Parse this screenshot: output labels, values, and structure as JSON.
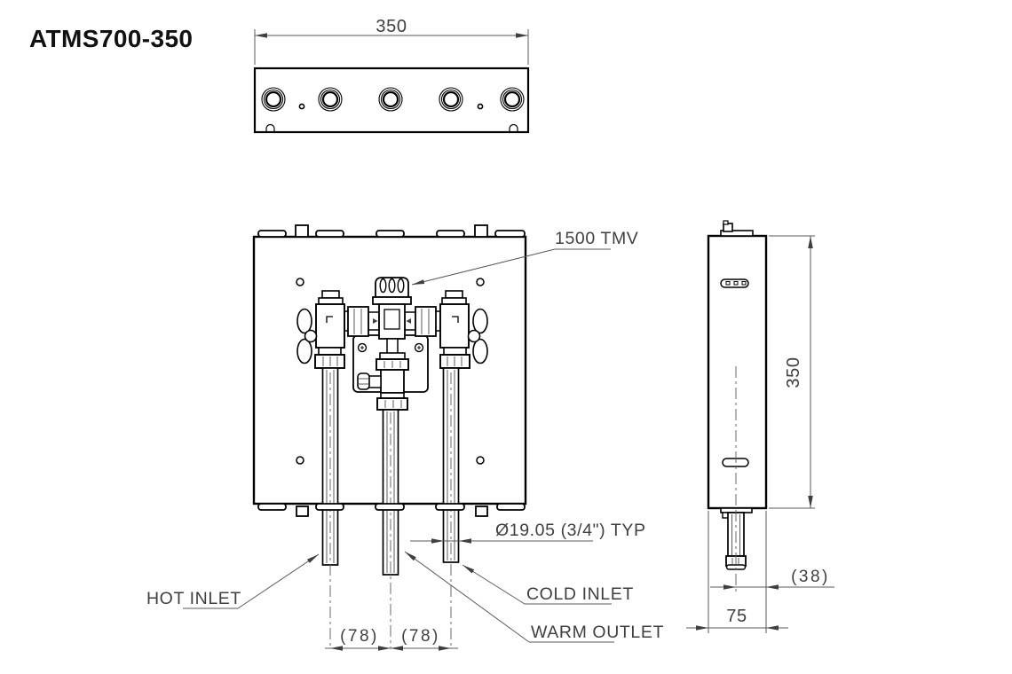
{
  "title": "ATMS700-350",
  "drawing": {
    "type": "technical-drawing",
    "views": [
      "top-view",
      "front-view",
      "side-view"
    ],
    "component_labels": {
      "tmv": "1500 TMV",
      "hot_inlet": "HOT INLET",
      "cold_inlet": "COLD INLET",
      "warm_outlet": "WARM OUTLET",
      "pipe_diameter": "Ø19.05 (3/4\") TYP"
    },
    "dimensions": {
      "top_width": "350",
      "side_height": "350",
      "pipe_spacing_1": "(78)",
      "pipe_spacing_2": "(78)",
      "pipe_offset": "(38)",
      "depth": "75"
    },
    "colors": {
      "line": "#000000",
      "dimension_line": "#58595b",
      "text": "#3f3f40",
      "background": "#ffffff"
    }
  }
}
